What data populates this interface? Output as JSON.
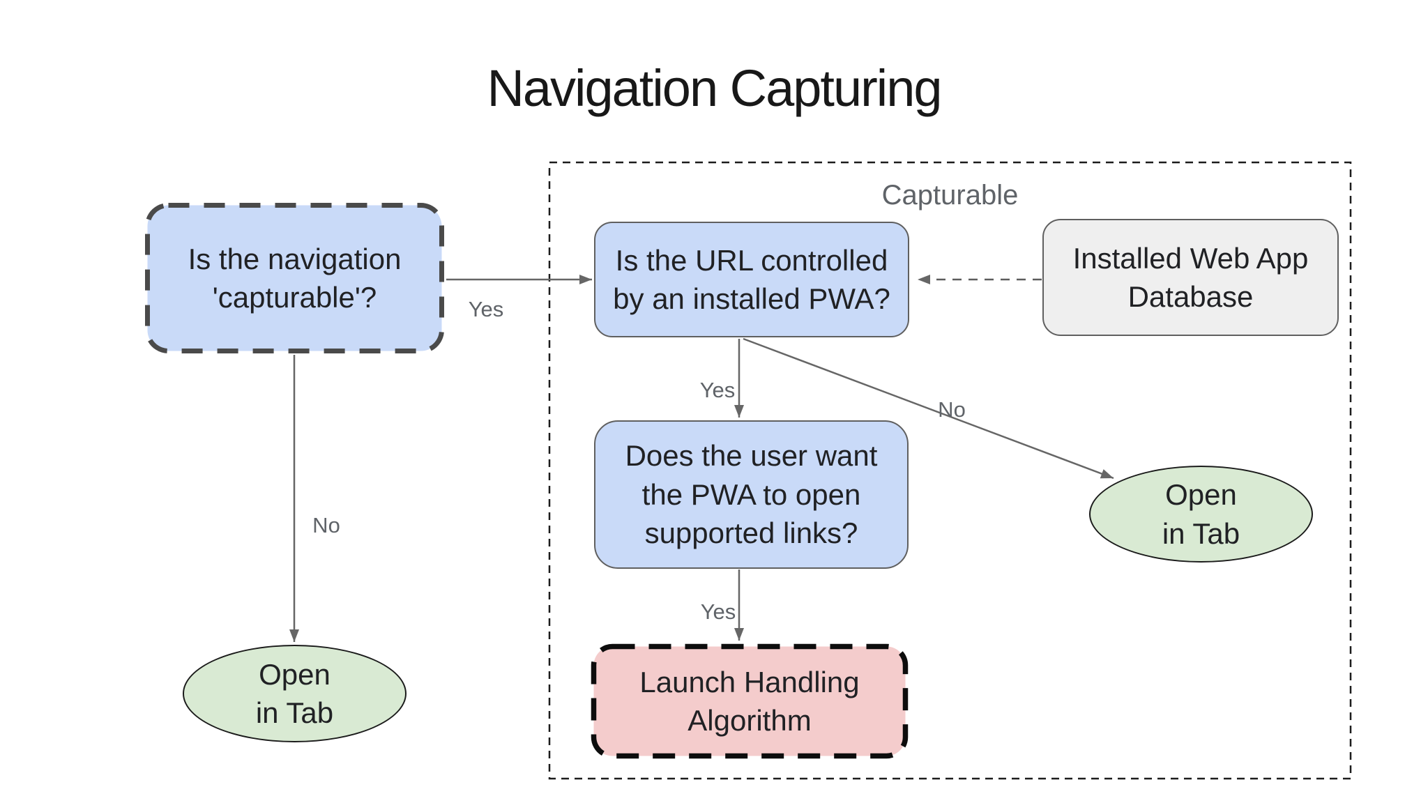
{
  "title": "Navigation Capturing",
  "group": {
    "label": "Capturable"
  },
  "nodes": {
    "is_navigation_capturable": "Is the navigation\n'capturable'?",
    "is_url_controlled": "Is the URL controlled\nby an installed PWA?",
    "installed_web_app_database": "Installed Web App\nDatabase",
    "does_user_want_open": "Does the user want\nthe PWA to open\nsupported links?",
    "launch_handling_algorithm": "Launch Handling\nAlgorithm",
    "open_in_tab_left": "Open\nin Tab",
    "open_in_tab_right": "Open\nin Tab"
  },
  "edge_labels": {
    "capturable_yes": "Yes",
    "capturable_no": "No",
    "pwa_controlled_yes": "Yes",
    "pwa_controlled_no": "No",
    "supported_links_yes": "Yes"
  },
  "colors": {
    "decision_fill": "#c9daf8",
    "database_fill": "#efefef",
    "terminal_fill": "#d9ead3",
    "process_fill": "#f4cccc",
    "dashed_node_stroke": "#4a4a4a",
    "process_stroke": "#0d0d0d",
    "group_stroke": "#1c1c1c",
    "arrow": "#666666",
    "label_text": "#5f6368",
    "node_text": "#202124"
  }
}
